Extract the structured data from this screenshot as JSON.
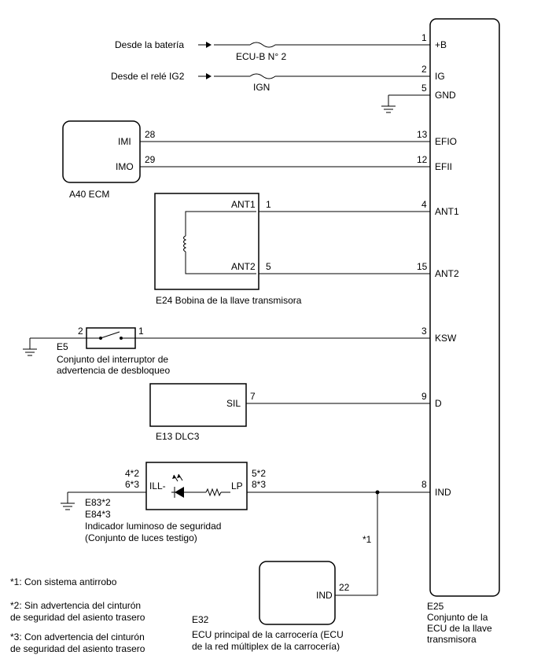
{
  "sources": {
    "battery": "Desde la batería",
    "ig2_relay": "Desde el relé IG2"
  },
  "fuses": {
    "ecub": "ECU-B N° 2",
    "ign": "IGN"
  },
  "ecu_e25": {
    "code": "E25",
    "name_line1": "Conjunto de la",
    "name_line2": "ECU de la llave",
    "name_line3": "transmisora",
    "pins": [
      {
        "num": "1",
        "label": "+B"
      },
      {
        "num": "2",
        "label": "IG"
      },
      {
        "num": "5",
        "label": "GND"
      },
      {
        "num": "13",
        "label": "EFIO"
      },
      {
        "num": "12",
        "label": "EFII"
      },
      {
        "num": "4",
        "label": "ANT1"
      },
      {
        "num": "15",
        "label": "ANT2"
      },
      {
        "num": "3",
        "label": "KSW"
      },
      {
        "num": "9",
        "label": "D"
      },
      {
        "num": "8",
        "label": "IND"
      }
    ]
  },
  "ecm": {
    "label": "A40  ECM",
    "pin_imi": "IMI",
    "pin_imi_num": "28",
    "pin_imo": "IMO",
    "pin_imo_num": "29"
  },
  "coil": {
    "label": "E24  Bobina de la llave transmisora",
    "ant1": "ANT1",
    "ant1_num": "1",
    "ant2": "ANT2",
    "ant2_num": "5"
  },
  "switch": {
    "code": "E5",
    "line1": "Conjunto del interruptor de",
    "line2": "advertencia de desbloqueo",
    "pin_a": "2",
    "pin_b": "1"
  },
  "dlc": {
    "label": "E13   DLC3",
    "pin": "SIL",
    "pin_num": "7"
  },
  "indicator": {
    "code1": "E83*2",
    "code2": "E84*3",
    "line1": "Indicador luminoso de seguridad",
    "line2": "(Conjunto de luces testigo)",
    "left_num1": "4*2",
    "left_num2": "6*3",
    "left_pin": "ILL-",
    "right_pin": "LP",
    "right_num1": "5*2",
    "right_num2": "8*3"
  },
  "body_ecu": {
    "code": "E32",
    "line1": "ECU principal de la carrocería (ECU",
    "line2": "de la red múltiplex de la carrocería)",
    "pin": "IND",
    "pin_num": "22",
    "note": "*1"
  },
  "notes": {
    "n1": "*1: Con sistema antirrobo",
    "n2_line1": "*2: Sin advertencia del cinturón",
    "n2_line2": "de seguridad del asiento trasero",
    "n3_line1": "*3: Con advertencia del cinturón",
    "n3_line2": "de seguridad del asiento trasero"
  }
}
